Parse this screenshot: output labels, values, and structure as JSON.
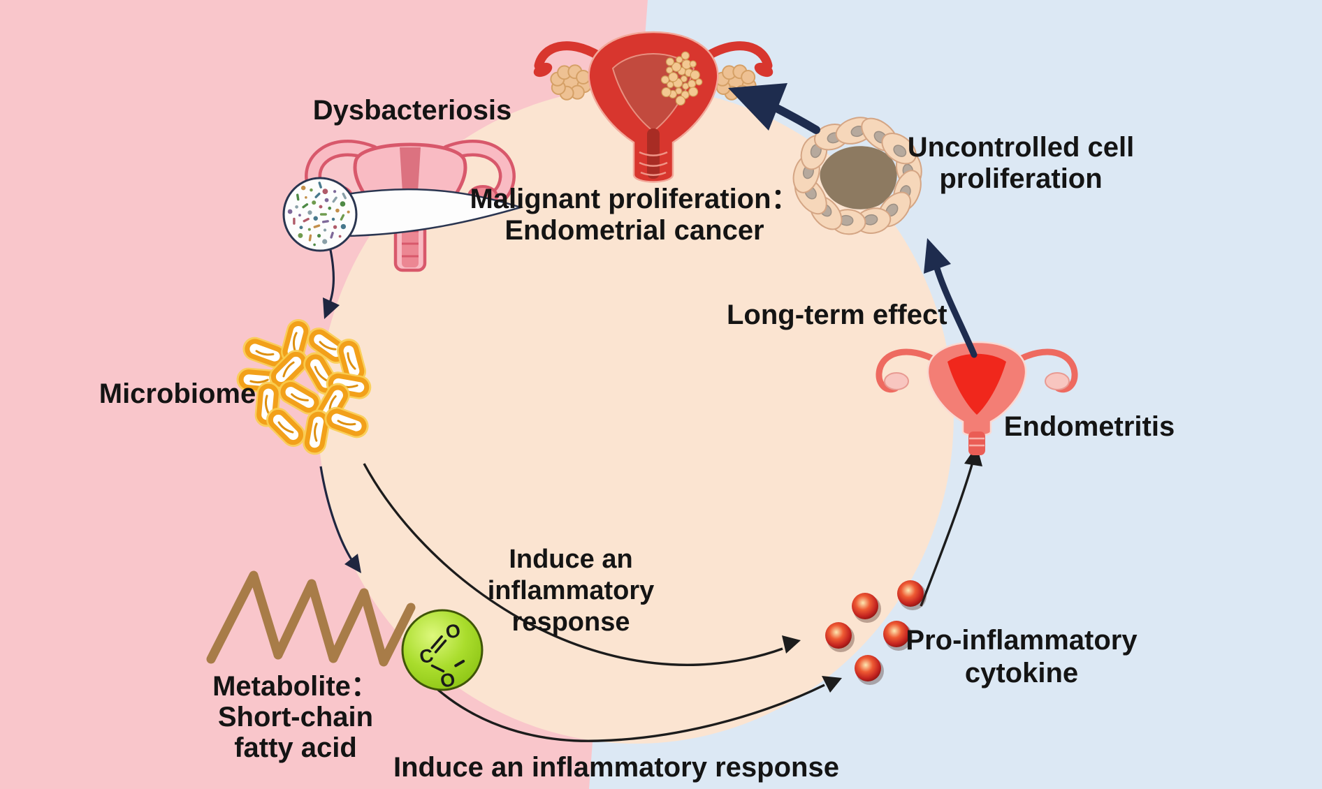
{
  "figure": {
    "description_labels": {
      "dysbacteriosis": "Dysbacteriosis",
      "malignant_line1": "Malignant proliferation：",
      "malignant_line2": "Endometrial cancer",
      "uncontrolled_line1": "Uncontrolled cell",
      "uncontrolled_line2": "proliferation",
      "long_term": "Long-term effect",
      "endometritis": "Endometritis",
      "microbiome": "Microbiome",
      "induce_center_line1": "Induce an",
      "induce_center_line2": "inflammatory",
      "induce_center_line3": "response",
      "metabolite_line1": "Metabolite：",
      "metabolite_line2": "Short-chain",
      "metabolite_line3": "fatty acid",
      "cytokine_line1": "Pro-inflammatory",
      "cytokine_line2": "cytokine",
      "induce_bottom": "Induce an inflammatory response"
    },
    "formula": {
      "c": "C",
      "o_top": "O",
      "o_bottom": "O",
      "minus": "-"
    },
    "colors": {
      "background_pink": "#f9c6cb",
      "background_blue": "#dce8f4",
      "circle_peach": "#fbe4d1",
      "arrow_navy": "#1e2c4e",
      "arrow_black": "#1c1c1c",
      "text": "#141414",
      "bacteria_orange": "#f2a01a",
      "bacteria_glow": "#f9cd4f",
      "metabolite_green": "#a8dc28",
      "cytokine_red": "#d92c22",
      "zigzag_brown": "#a87c48",
      "uterus_cartoon_pink": "#f9bbc3",
      "uterus_cancer_red": "#d8362e",
      "uterus_inflamed_coral": "#f37e75"
    },
    "cytokine_count": 5
  }
}
